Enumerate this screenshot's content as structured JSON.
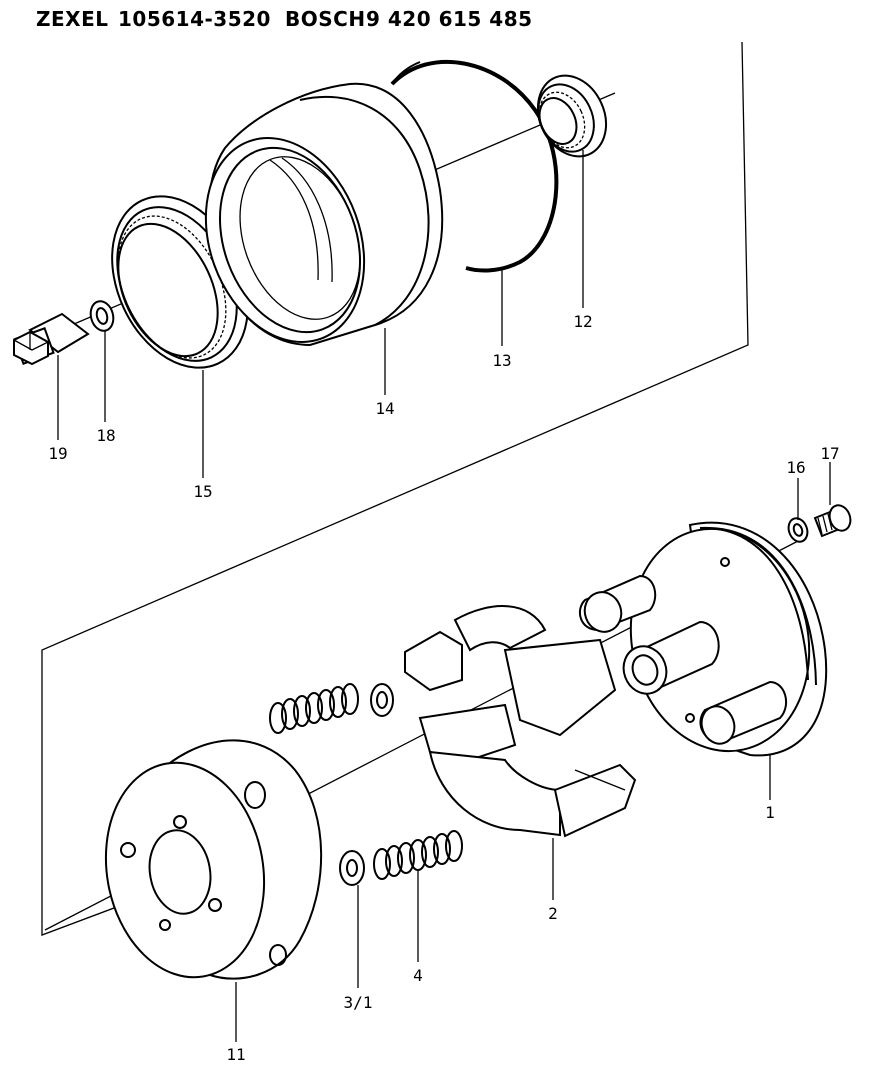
{
  "header": {
    "brand1": "ZEXEL",
    "part1": "105614-3520",
    "brand2": "BOSCH",
    "part2": "9 420 615 485"
  },
  "callouts": [
    {
      "id": "1",
      "label": "1"
    },
    {
      "id": "2",
      "label": "2"
    },
    {
      "id": "3_1",
      "label": "3/1"
    },
    {
      "id": "4",
      "label": "4"
    },
    {
      "id": "11",
      "label": "11"
    },
    {
      "id": "12",
      "label": "12"
    },
    {
      "id": "13",
      "label": "13"
    },
    {
      "id": "14",
      "label": "14"
    },
    {
      "id": "15",
      "label": "15"
    },
    {
      "id": "16",
      "label": "16"
    },
    {
      "id": "17",
      "label": "17"
    },
    {
      "id": "18",
      "label": "18"
    },
    {
      "id": "19",
      "label": "19"
    }
  ]
}
